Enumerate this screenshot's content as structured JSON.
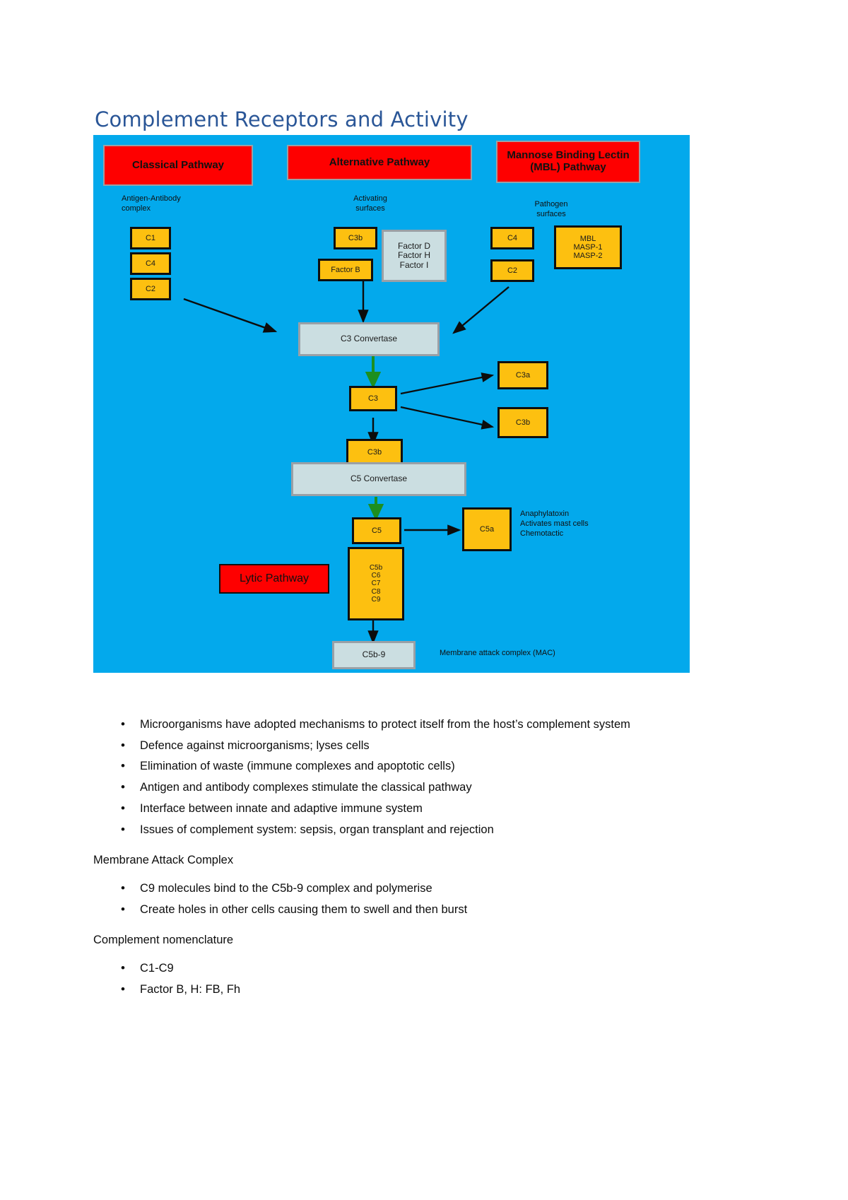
{
  "document": {
    "title": "Complement Receptors and Activity"
  },
  "diagram": {
    "background_color": "#03a9ec",
    "headers": [
      {
        "label": "Classical Pathway"
      },
      {
        "label": "Alternative Pathway"
      },
      {
        "label": "Mannose Binding Lectin\n(MBL) Pathway"
      }
    ],
    "source_labels": [
      {
        "label": "Antigen-Antibody\ncomplex"
      },
      {
        "label": "Activating\nsurfaces"
      },
      {
        "label": "Pathogen\nsurfaces"
      }
    ],
    "classical_boxes": [
      {
        "label": "C1"
      },
      {
        "label": "C4"
      },
      {
        "label": "C2"
      }
    ],
    "alternative_boxes": [
      {
        "label": "C3b"
      },
      {
        "label": "Factor B"
      }
    ],
    "factor_box": {
      "label": "Factor D\nFactor H\nFactor I"
    },
    "mbl_boxes": [
      {
        "label": "C4"
      },
      {
        "label": "C2"
      }
    ],
    "mbl_enzymes": {
      "label": "MBL\nMASP-1\nMASP-2"
    },
    "c3_convertase": {
      "label": "C3 Convertase"
    },
    "c3": {
      "label": "C3"
    },
    "c3a": {
      "label": "C3a"
    },
    "c3b_product": {
      "label": "C3b"
    },
    "c3b_mid": {
      "label": "C3b"
    },
    "c5_convertase": {
      "label": "C5 Convertase"
    },
    "c5": {
      "label": "C5"
    },
    "c5a": {
      "label": "C5a"
    },
    "c5a_effects": {
      "label": "Anaphylatoxin\nActivates mast cells\nChemotactic"
    },
    "mac_components": {
      "label": "C5b\nC6\nC7\nC8\nC9"
    },
    "lytic_pathway": {
      "label": "Lytic Pathway"
    },
    "c5b9": {
      "label": "C5b-9"
    },
    "mac_caption": {
      "label": "Membrane attack complex (MAC)"
    }
  },
  "notes": {
    "bullets_main": [
      "Microorganisms have adopted mechanisms to protect itself from the host’s complement system",
      "Defence against microorganisms; lyses cells",
      "Elimination of waste (immune complexes and apoptotic cells)",
      "Antigen and antibody complexes stimulate the classical pathway",
      "Interface between innate and adaptive immune system",
      "Issues of complement system: sepsis, organ transplant and rejection"
    ],
    "heading_mac": "Membrane Attack Complex",
    "bullets_mac": [
      "C9 molecules bind to the C5b-9 complex and polymerise",
      "Create holes in other cells causing them to swell and then burst"
    ],
    "heading_nomenclature": "Complement nomenclature",
    "bullets_nomenclature": [
      "C1-C9",
      "Factor B, H: FB, Fh"
    ]
  }
}
